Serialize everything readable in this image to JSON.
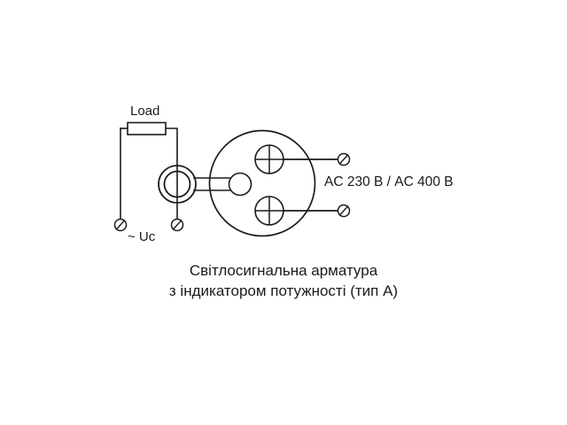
{
  "diagram": {
    "type": "electrical-schematic",
    "labels": {
      "load": "Load",
      "source": "~ Uc",
      "voltage": "AC 230 В / AC 400 В"
    },
    "caption": {
      "line1": "Світлосигнальна арматура",
      "line2": "з індикатором потужності (тип А)"
    },
    "colors": {
      "line": "#1a1a1a",
      "background": "#ffffff",
      "fill": "#ffffff"
    },
    "components": {
      "load_resistor": "rectangle-resistor",
      "indicator_lamp": "concentric-circle-lamp",
      "housing": "large-circle-housing",
      "inner_contact": "small-plain-circle",
      "terminal_top": "crossed-circle-terminal",
      "terminal_bottom": "crossed-circle-terminal",
      "screw_terminals": "slashed-circle-screw"
    }
  }
}
